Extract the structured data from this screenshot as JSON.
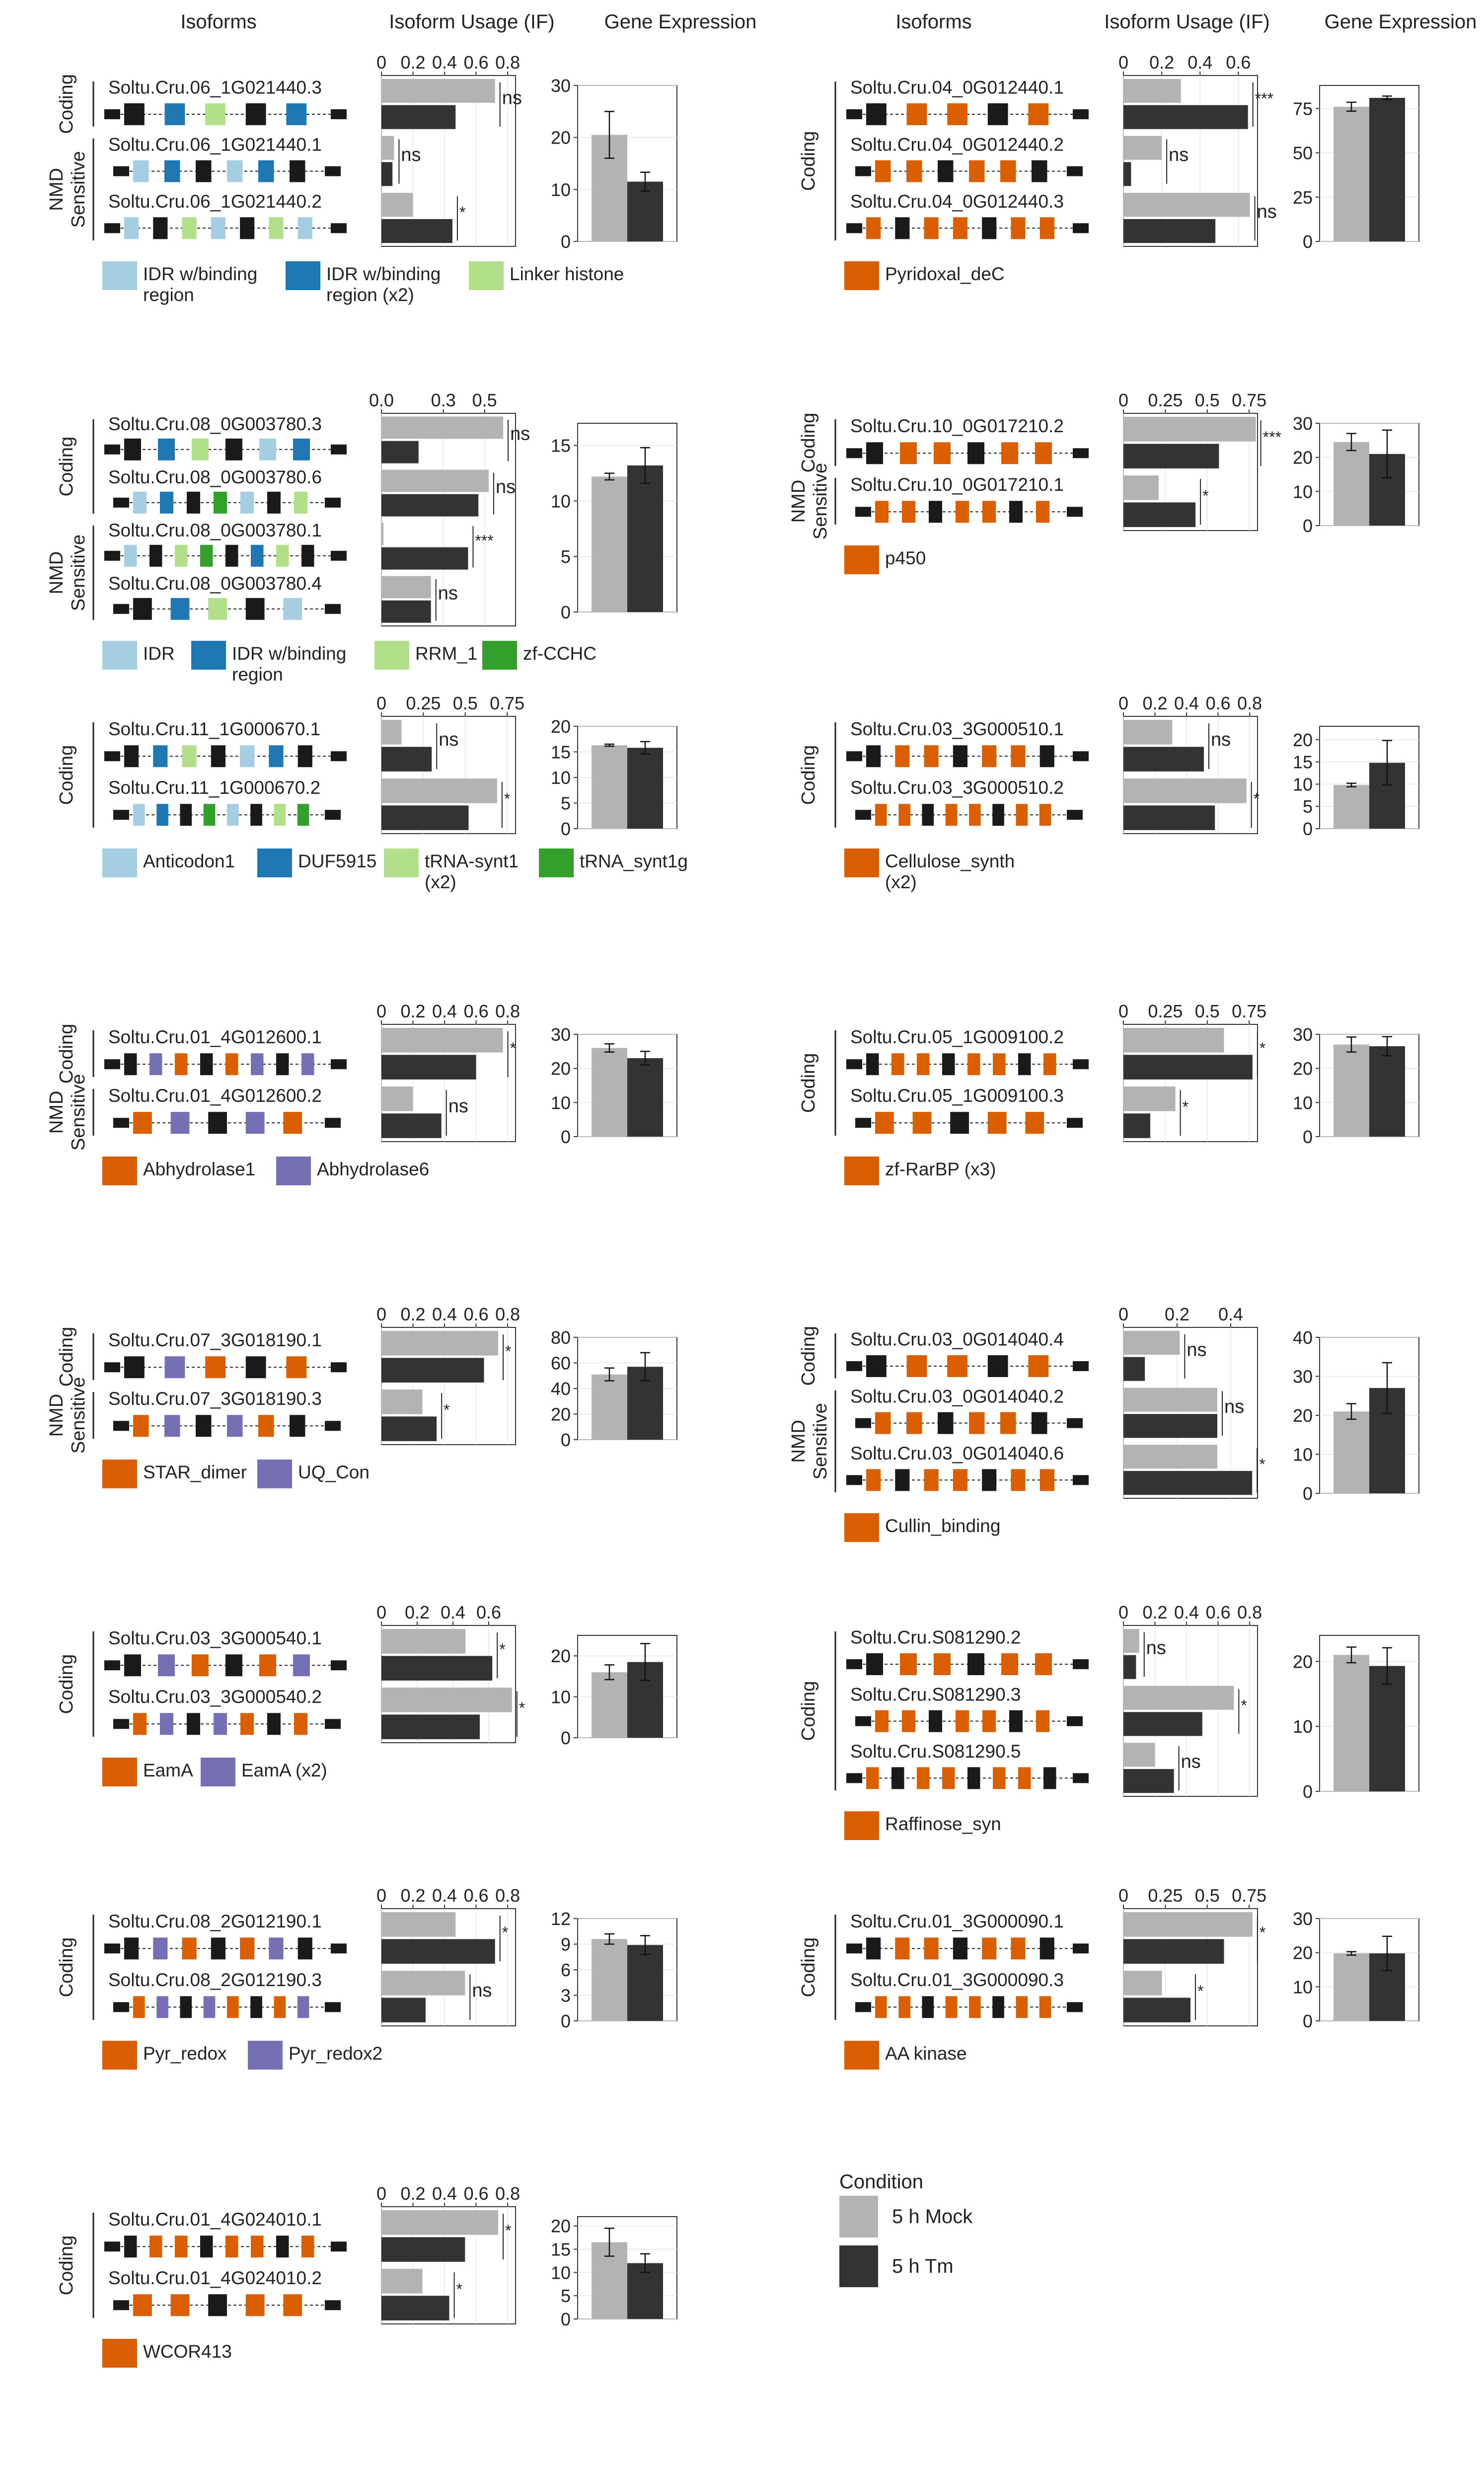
{
  "colors": {
    "mock": "#b3b3b3",
    "tm": "#333333",
    "dark": "#1a1a1a",
    "light_blue": "#a6cee3",
    "blue": "#1f78b4",
    "light_green": "#b2df8a",
    "green": "#33a02c",
    "orange": "#d95f02",
    "purple": "#7570b3"
  },
  "headers": {
    "left": {
      "isoforms": "Isoforms",
      "usage": "Isoform Usage (IF)",
      "expression": "Gene Expression"
    },
    "right": {
      "isoforms": "Isoforms",
      "usage": "Isoform Usage (IF)",
      "expression": "Gene Expression"
    }
  },
  "legend": {
    "title": "Condition",
    "items": [
      {
        "label": "5 h Mock",
        "color": "#b3b3b3"
      },
      {
        "label": "5 h Tm",
        "color": "#333333"
      }
    ]
  },
  "panels": [
    {
      "groups": [
        {
          "label": "Coding",
          "from": 0,
          "to": 0
        },
        {
          "label": "NMD Sensitive",
          "from": 1,
          "to": 2
        }
      ],
      "usage_ticks": [
        "0",
        "0.2",
        "0.4",
        "0.6",
        "0.8"
      ],
      "usage_max": 0.85,
      "isoforms": [
        {
          "id": "Soltu.Cru.06_1G021440.3",
          "mock": 0.72,
          "tm": 0.47,
          "sig": "ns"
        },
        {
          "id": "Soltu.Cru.06_1G021440.1",
          "mock": 0.08,
          "tm": 0.07,
          "sig": "ns"
        },
        {
          "id": "Soltu.Cru.06_1G021440.2",
          "mock": 0.2,
          "tm": 0.45,
          "sig": "*"
        }
      ],
      "expression": {
        "ticks": [
          "0",
          "10",
          "20",
          "30"
        ],
        "max": 30,
        "mock": 20.5,
        "mock_err": 4.5,
        "tm": 11.5,
        "tm_err": 1.8
      },
      "domains": [
        {
          "label": "IDR w/binding region",
          "color": "#a6cee3"
        },
        {
          "label": "IDR w/binding region (x2)",
          "color": "#1f78b4"
        },
        {
          "label": "Linker histone",
          "color": "#b2df8a"
        }
      ]
    },
    {
      "groups": [
        {
          "label": "Coding",
          "from": 0,
          "to": 1
        },
        {
          "label": "NMD Sensitive",
          "from": 2,
          "to": 3
        }
      ],
      "usage_ticks": [
        "0.0",
        "0.3",
        "0.5"
      ],
      "usage_max": 0.65,
      "isoforms": [
        {
          "id": "Soltu.Cru.08_0G003780.3",
          "mock": 0.59,
          "tm": 0.18,
          "sig": "ns"
        },
        {
          "id": "Soltu.Cru.08_0G003780.6",
          "mock": 0.52,
          "tm": 0.47,
          "sig": "ns"
        },
        {
          "id": "Soltu.Cru.08_0G003780.1",
          "mock": 0.01,
          "tm": 0.42,
          "sig": "***"
        },
        {
          "id": "Soltu.Cru.08_0G003780.4",
          "mock": 0.24,
          "tm": 0.24,
          "sig": "ns"
        }
      ],
      "expression": {
        "ticks": [
          "0",
          "5",
          "10",
          "15"
        ],
        "max": 17,
        "mock": 12.2,
        "mock_err": 0.3,
        "tm": 13.2,
        "tm_err": 1.6
      },
      "domains": [
        {
          "label": "IDR",
          "color": "#a6cee3"
        },
        {
          "label": "IDR w/binding region",
          "color": "#1f78b4"
        },
        {
          "label": "RRM_1",
          "color": "#b2df8a"
        },
        {
          "label": "zf-CCHC",
          "color": "#33a02c"
        }
      ]
    },
    {
      "groups": [
        {
          "label": "Coding",
          "from": 0,
          "to": 1
        }
      ],
      "usage_ticks": [
        "0",
        "0.25",
        "0.5",
        "0.75"
      ],
      "usage_max": 0.8,
      "isoforms": [
        {
          "id": "Soltu.Cru.11_1G000670.1",
          "mock": 0.12,
          "tm": 0.3,
          "sig": "ns"
        },
        {
          "id": "Soltu.Cru.11_1G000670.2",
          "mock": 0.69,
          "tm": 0.52,
          "sig": "*"
        }
      ],
      "expression": {
        "ticks": [
          "0",
          "5",
          "10",
          "15",
          "20"
        ],
        "max": 20,
        "mock": 16.3,
        "mock_err": 0.2,
        "tm": 15.8,
        "tm_err": 1.2
      },
      "domains": [
        {
          "label": "Anticodon1",
          "color": "#a6cee3"
        },
        {
          "label": "DUF5915",
          "color": "#1f78b4"
        },
        {
          "label": "tRNA-synt1 (x2)",
          "color": "#b2df8a"
        },
        {
          "label": "tRNA_synt1g",
          "color": "#33a02c"
        }
      ]
    },
    {
      "groups": [
        {
          "label": "Coding",
          "from": 0,
          "to": 0
        },
        {
          "label": "NMD Sensitive",
          "from": 1,
          "to": 1
        }
      ],
      "usage_ticks": [
        "0",
        "0.2",
        "0.4",
        "0.6",
        "0.8"
      ],
      "usage_max": 0.85,
      "isoforms": [
        {
          "id": "Soltu.Cru.01_4G012600.1",
          "mock": 0.77,
          "tm": 0.6,
          "sig": "*"
        },
        {
          "id": "Soltu.Cru.01_4G012600.2",
          "mock": 0.2,
          "tm": 0.38,
          "sig": "ns"
        }
      ],
      "expression": {
        "ticks": [
          "0",
          "10",
          "20",
          "30"
        ],
        "max": 30,
        "mock": 26,
        "mock_err": 1.2,
        "tm": 23,
        "tm_err": 2
      },
      "domains": [
        {
          "label": "Abhydrolase1",
          "color": "#d95f02"
        },
        {
          "label": "Abhydrolase6",
          "color": "#7570b3"
        }
      ]
    },
    {
      "groups": [
        {
          "label": "Coding",
          "from": 0,
          "to": 0
        },
        {
          "label": "NMD Sensitive",
          "from": 1,
          "to": 1
        }
      ],
      "usage_ticks": [
        "0",
        "0.2",
        "0.4",
        "0.6",
        "0.8"
      ],
      "usage_max": 0.85,
      "isoforms": [
        {
          "id": "Soltu.Cru.07_3G018190.1",
          "mock": 0.74,
          "tm": 0.65,
          "sig": "*"
        },
        {
          "id": "Soltu.Cru.07_3G018190.3",
          "mock": 0.26,
          "tm": 0.35,
          "sig": "*"
        }
      ],
      "expression": {
        "ticks": [
          "0",
          "20",
          "40",
          "60",
          "80"
        ],
        "max": 80,
        "mock": 51,
        "mock_err": 5,
        "tm": 57,
        "tm_err": 11
      },
      "domains": [
        {
          "label": "STAR_dimer",
          "color": "#d95f02"
        },
        {
          "label": "UQ_Con",
          "color": "#7570b3"
        }
      ]
    },
    {
      "groups": [
        {
          "label": "Coding",
          "from": 0,
          "to": 1
        }
      ],
      "usage_ticks": [
        "0",
        "0.2",
        "0.4",
        "0.6"
      ],
      "usage_max": 0.75,
      "isoforms": [
        {
          "id": "Soltu.Cru.03_3G000540.1",
          "mock": 0.47,
          "tm": 0.62,
          "sig": "*"
        },
        {
          "id": "Soltu.Cru.03_3G000540.2",
          "mock": 0.73,
          "tm": 0.55,
          "sig": "*"
        }
      ],
      "expression": {
        "ticks": [
          "0",
          "10",
          "20"
        ],
        "max": 25,
        "mock": 16,
        "mock_err": 1.8,
        "tm": 18.5,
        "tm_err": 4.5
      },
      "domains": [
        {
          "label": "EamA",
          "color": "#d95f02"
        },
        {
          "label": "EamA (x2)",
          "color": "#7570b3"
        }
      ]
    },
    {
      "groups": [
        {
          "label": "Coding",
          "from": 0,
          "to": 1
        }
      ],
      "usage_ticks": [
        "0",
        "0.2",
        "0.4",
        "0.6",
        "0.8"
      ],
      "usage_max": 0.85,
      "isoforms": [
        {
          "id": "Soltu.Cru.08_2G012190.1",
          "mock": 0.47,
          "tm": 0.72,
          "sig": "*"
        },
        {
          "id": "Soltu.Cru.08_2G012190.3",
          "mock": 0.53,
          "tm": 0.28,
          "sig": "ns"
        }
      ],
      "expression": {
        "ticks": [
          "0",
          "3",
          "6",
          "9",
          "12"
        ],
        "max": 12,
        "mock": 9.6,
        "mock_err": 0.6,
        "tm": 8.9,
        "tm_err": 1.1
      },
      "domains": [
        {
          "label": "Pyr_redox",
          "color": "#d95f02"
        },
        {
          "label": "Pyr_redox2",
          "color": "#7570b3"
        }
      ]
    },
    {
      "groups": [
        {
          "label": "Coding",
          "from": 0,
          "to": 1
        }
      ],
      "usage_ticks": [
        "0",
        "0.2",
        "0.4",
        "0.6",
        "0.8"
      ],
      "usage_max": 0.85,
      "isoforms": [
        {
          "id": "Soltu.Cru.01_4G024010.1",
          "mock": 0.74,
          "tm": 0.53,
          "sig": "*"
        },
        {
          "id": "Soltu.Cru.01_4G024010.2",
          "mock": 0.26,
          "tm": 0.43,
          "sig": "*"
        }
      ],
      "expression": {
        "ticks": [
          "0",
          "5",
          "10",
          "15",
          "20"
        ],
        "max": 22,
        "mock": 16.5,
        "mock_err": 3,
        "tm": 12,
        "tm_err": 2
      },
      "domains": [
        {
          "label": "WCOR413",
          "color": "#d95f02"
        }
      ]
    },
    {
      "groups": [
        {
          "label": "Coding",
          "from": 0,
          "to": 2
        }
      ],
      "usage_ticks": [
        "0",
        "0.2",
        "0.4",
        "0.6"
      ],
      "usage_max": 0.7,
      "isoforms": [
        {
          "id": "Soltu.Cru.04_0G012440.1",
          "mock": 0.3,
          "tm": 0.65,
          "sig": "***"
        },
        {
          "id": "Soltu.Cru.04_0G012440.2",
          "mock": 0.2,
          "tm": 0.04,
          "sig": "ns"
        },
        {
          "id": "Soltu.Cru.04_0G012440.3",
          "mock": 0.66,
          "tm": 0.48,
          "sig": "ns"
        }
      ],
      "expression": {
        "ticks": [
          "0",
          "25",
          "50",
          "75"
        ],
        "max": 88,
        "mock": 76,
        "mock_err": 2.5,
        "tm": 81,
        "tm_err": 1
      },
      "domains": [
        {
          "label": "Pyridoxal_deC",
          "color": "#d95f02"
        }
      ]
    },
    {
      "groups": [
        {
          "label": "Coding",
          "from": 0,
          "to": 0
        },
        {
          "label": "NMD Sensitive",
          "from": 1,
          "to": 1
        }
      ],
      "usage_ticks": [
        "0",
        "0.25",
        "0.5",
        "0.75"
      ],
      "usage_max": 0.8,
      "isoforms": [
        {
          "id": "Soltu.Cru.10_0G017210.2",
          "mock": 0.79,
          "tm": 0.57,
          "sig": "***"
        },
        {
          "id": "Soltu.Cru.10_0G017210.1",
          "mock": 0.21,
          "tm": 0.43,
          "sig": "*"
        }
      ],
      "expression": {
        "ticks": [
          "0",
          "10",
          "20",
          "30"
        ],
        "max": 30,
        "mock": 24.5,
        "mock_err": 2.5,
        "tm": 21,
        "tm_err": 7
      },
      "domains": [
        {
          "label": "p450",
          "color": "#d95f02"
        }
      ]
    },
    {
      "groups": [
        {
          "label": "Coding",
          "from": 0,
          "to": 1
        }
      ],
      "usage_ticks": [
        "0",
        "0.2",
        "0.4",
        "0.6",
        "0.8"
      ],
      "usage_max": 0.85,
      "isoforms": [
        {
          "id": "Soltu.Cru.03_3G000510.1",
          "mock": 0.31,
          "tm": 0.51,
          "sig": "ns"
        },
        {
          "id": "Soltu.Cru.03_3G000510.2",
          "mock": 0.78,
          "tm": 0.58,
          "sig": "*"
        }
      ],
      "expression": {
        "ticks": [
          "0",
          "5",
          "10",
          "15",
          "20"
        ],
        "max": 23,
        "mock": 9.8,
        "mock_err": 0.4,
        "tm": 14.8,
        "tm_err": 5
      },
      "domains": [
        {
          "label": "Cellulose_synth (x2)",
          "color": "#d95f02"
        }
      ]
    },
    {
      "groups": [
        {
          "label": "Coding",
          "from": 0,
          "to": 1
        }
      ],
      "usage_ticks": [
        "0",
        "0.25",
        "0.5",
        "0.75"
      ],
      "usage_max": 0.8,
      "isoforms": [
        {
          "id": "Soltu.Cru.05_1G009100.2",
          "mock": 0.6,
          "tm": 0.77,
          "sig": "*"
        },
        {
          "id": "Soltu.Cru.05_1G009100.3",
          "mock": 0.31,
          "tm": 0.16,
          "sig": "*"
        }
      ],
      "expression": {
        "ticks": [
          "0",
          "10",
          "20",
          "30"
        ],
        "max": 30,
        "mock": 27,
        "mock_err": 2.2,
        "tm": 26.5,
        "tm_err": 2.8
      },
      "domains": [
        {
          "label": "zf-RarBP (x3)",
          "color": "#d95f02"
        }
      ]
    },
    {
      "groups": [
        {
          "label": "Coding",
          "from": 0,
          "to": 0
        },
        {
          "label": "NMD Sensitive",
          "from": 1,
          "to": 2
        }
      ],
      "usage_ticks": [
        "0",
        "0.2",
        "0.4"
      ],
      "usage_max": 0.5,
      "isoforms": [
        {
          "id": "Soltu.Cru.03_0G014040.4",
          "mock": 0.21,
          "tm": 0.08,
          "sig": "ns"
        },
        {
          "id": "Soltu.Cru.03_0G014040.2",
          "mock": 0.35,
          "tm": 0.35,
          "sig": "ns"
        },
        {
          "id": "Soltu.Cru.03_0G014040.6",
          "mock": 0.35,
          "tm": 0.48,
          "sig": "*"
        }
      ],
      "expression": {
        "ticks": [
          "0",
          "10",
          "20",
          "30",
          "40"
        ],
        "max": 40,
        "mock": 21,
        "mock_err": 2,
        "tm": 27,
        "tm_err": 6.5
      },
      "domains": [
        {
          "label": "Cullin_binding",
          "color": "#d95f02"
        }
      ]
    },
    {
      "groups": [
        {
          "label": "Coding",
          "from": 0,
          "to": 2
        }
      ],
      "usage_ticks": [
        "0",
        "0.2",
        "0.4",
        "0.6",
        "0.8"
      ],
      "usage_max": 0.85,
      "isoforms": [
        {
          "id": "Soltu.Cru.S081290.2",
          "mock": 0.1,
          "tm": 0.08,
          "sig": "ns"
        },
        {
          "id": "Soltu.Cru.S081290.3",
          "mock": 0.7,
          "tm": 0.5,
          "sig": "*"
        },
        {
          "id": "Soltu.Cru.S081290.5",
          "mock": 0.2,
          "tm": 0.32,
          "sig": "ns"
        }
      ],
      "expression": {
        "ticks": [
          "0",
          "10",
          "20"
        ],
        "max": 24,
        "mock": 21,
        "mock_err": 1.2,
        "tm": 19.3,
        "tm_err": 2.8
      },
      "domains": [
        {
          "label": "Raffinose_syn",
          "color": "#d95f02"
        }
      ]
    },
    {
      "groups": [
        {
          "label": "Coding",
          "from": 0,
          "to": 1
        }
      ],
      "usage_ticks": [
        "0",
        "0.25",
        "0.5",
        "0.75"
      ],
      "usage_max": 0.8,
      "isoforms": [
        {
          "id": "Soltu.Cru.01_3G000090.1",
          "mock": 0.77,
          "tm": 0.6,
          "sig": "*"
        },
        {
          "id": "Soltu.Cru.01_3G000090.3",
          "mock": 0.23,
          "tm": 0.4,
          "sig": "*"
        }
      ],
      "expression": {
        "ticks": [
          "0",
          "10",
          "20",
          "30"
        ],
        "max": 30,
        "mock": 19.8,
        "mock_err": 0.5,
        "tm": 19.8,
        "tm_err": 5
      },
      "domains": [
        {
          "label": "AA kinase",
          "color": "#d95f02"
        }
      ]
    }
  ]
}
